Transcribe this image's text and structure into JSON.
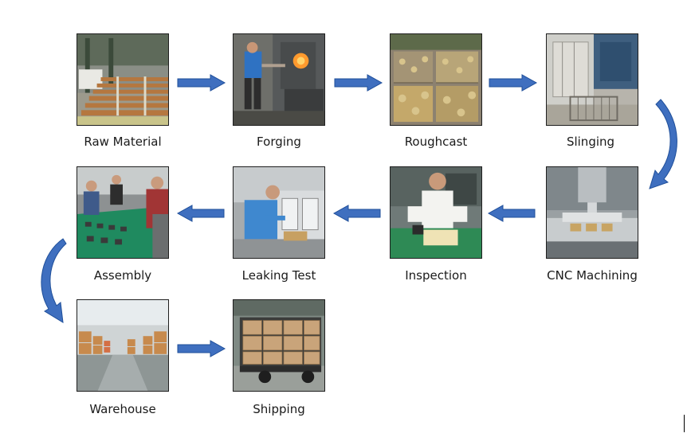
{
  "steps": [
    {
      "id": "raw-material",
      "label": "Raw Material"
    },
    {
      "id": "forging",
      "label": "Forging"
    },
    {
      "id": "roughcast",
      "label": "Roughcast"
    },
    {
      "id": "slinging",
      "label": "Slinging"
    },
    {
      "id": "cnc-machining",
      "label": "CNC Machining"
    },
    {
      "id": "inspection",
      "label": "Inspection"
    },
    {
      "id": "leaking-test",
      "label": "Leaking Test"
    },
    {
      "id": "assembly",
      "label": "Assembly"
    },
    {
      "id": "warehouse",
      "label": "Warehouse"
    },
    {
      "id": "shipping",
      "label": "Shipping"
    }
  ],
  "flow": [
    [
      "raw-material",
      "forging"
    ],
    [
      "forging",
      "roughcast"
    ],
    [
      "roughcast",
      "slinging"
    ],
    [
      "slinging",
      "cnc-machining"
    ],
    [
      "cnc-machining",
      "inspection"
    ],
    [
      "inspection",
      "leaking-test"
    ],
    [
      "leaking-test",
      "assembly"
    ],
    [
      "assembly",
      "warehouse"
    ],
    [
      "warehouse",
      "shipping"
    ]
  ],
  "colors": {
    "arrow_fill": "#3f6fbf",
    "arrow_stroke": "#1f4f9a"
  }
}
